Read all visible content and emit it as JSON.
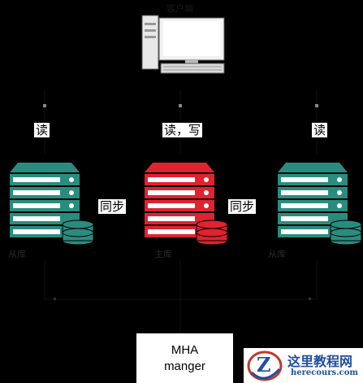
{
  "client": {
    "label": "客户端"
  },
  "arrows": {
    "left": "读",
    "center": "读，写",
    "right": "读"
  },
  "sync": {
    "left": "同步",
    "right": "同步"
  },
  "servers": {
    "left": {
      "caption": "从库",
      "color": "#2a8c7f"
    },
    "center": {
      "caption": "主库",
      "color": "#e0232f"
    },
    "right": {
      "caption": "从库",
      "color": "#2a8c7f"
    }
  },
  "manager": {
    "line1": "MHA",
    "line2": "manger"
  },
  "watermark": {
    "title": "这里教程网",
    "url": "herecours.com",
    "letter": "Z"
  }
}
